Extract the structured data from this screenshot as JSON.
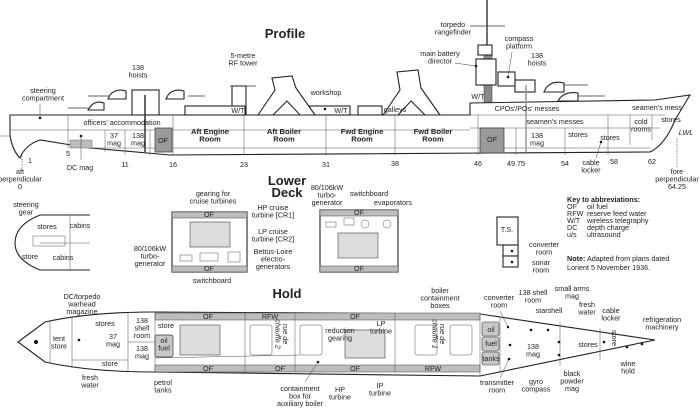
{
  "titles": {
    "profile": "Profile",
    "lower_deck": "Lower\nDeck",
    "hold": "Hold"
  },
  "profile": {
    "rf_tower": "5-metre\nRF tower",
    "hoists_aft": "138\nhoists",
    "steering_compartment": "steering\ncompartment",
    "workshop": "workshop",
    "wt_1": "W/T",
    "wt_2": "W/T",
    "wt_3": "W/T",
    "officers_accommodation": "officers' accommodation",
    "mag_37": "37\nmag",
    "mag_138_aft": "138\nmag",
    "of_aft": "OF",
    "aft_engine_room": "Aft Engine\nRoom",
    "aft_boiler_room": "Aft Boiler\nRoom",
    "fwd_engine_room": "Fwd Engine\nRoom",
    "fwd_boiler_room": "Fwd Boiler\nRoom",
    "dc_mag": "DC mag",
    "aft_perpendicular": "aft\nperpendicular\n0",
    "torpedo_rangefinder": "torpedo\nrangefinder",
    "compass_platform": "compass\nplatform",
    "main_battery_director": "main battery\ndirector",
    "hoists_fwd": "138\nhoists",
    "galleys": "galleys",
    "cpo_messes": "CPOs'/POs' messes",
    "seamens_mess": "seamen's mess",
    "seamens_messes": "seamen's messes",
    "cold_rooms": "cold\nrooms",
    "stores_1": "stores",
    "stores_2": "stores",
    "stores_3": "stores",
    "of_fwd": "OF",
    "mag_138_fwd": "138\nmag",
    "lwl": "LWL",
    "cable_locker": "cable\nlocker",
    "fore_perpendicular": "fore\nperpendicular\n64.25",
    "frames": [
      "1",
      "5",
      "11",
      "16",
      "23",
      "31",
      "38",
      "46",
      "49.75",
      "54",
      "58",
      "62"
    ]
  },
  "lower_deck": {
    "steering_gear": "steering\ngear",
    "stores": "stores",
    "cabins_1": "cabins",
    "store": "store",
    "cabins_2": "cabins",
    "gearing": "gearing for\ncruise turbines",
    "hp_cruise": "HP cruise\nturbine [CR1]",
    "lp_cruise": "LP cruise\nturbine [CR2]",
    "turbo_gen_1": "80/106kW\nturbo-\ngenerator",
    "bettus_loire": "Bettus-Loire\nelectro-\ngenerators",
    "switchboard_1": "switchboard",
    "turbo_gen_2": "80/106kW\nturbo-\ngenerator",
    "switchboard_2": "switchboard",
    "evaporators": "evaporators",
    "of_labels": [
      "OF",
      "OF",
      "OF",
      "OF"
    ],
    "ts": "T.S.",
    "converter_room": "converter\nroom",
    "sonar_room": "sonar\nroom"
  },
  "key": {
    "title": "Key to abbreviations:",
    "items": [
      {
        "abbr": "OF",
        "meaning": "oil fuel"
      },
      {
        "abbr": "RFW",
        "meaning": "reserve feed water"
      },
      {
        "abbr": "W/T",
        "meaning": "wireless telegraphy"
      },
      {
        "abbr": "DC",
        "meaning": "depth charge"
      },
      {
        "abbr": "u/s",
        "meaning": "ultrasound"
      }
    ],
    "note_label": "Note:",
    "note_text": "Adapted from plans dated",
    "note_text_2": "Lorient 5 November 1936."
  },
  "hold": {
    "dc_torpedo_mag": "DC/torpedo\nwarhead\nmagazine",
    "stores": "stores",
    "tent_store": "tent\nstore",
    "mag_37": "37\nmag",
    "shell_room_aft": "138\nshell\nroom",
    "mag_138_aft": "138\nmag",
    "store_1": "store",
    "store_2": "store",
    "oil_fuel": "oil\nfuel",
    "petrol_tanks": "petrol\ntanks",
    "fresh_water_aft": "fresh\nwater",
    "rue_2": "rue de\nchauffe 2",
    "rue_1": "rue de\nchauffe 1",
    "band_labels": [
      "OF",
      "RFW",
      "OF",
      "OF",
      "OF",
      "OF",
      "RFW"
    ],
    "containment_box": "containment\nbox for\nauxiliary boiler",
    "reduction_gearing": "reduction\ngearing",
    "lp_turbine": "LP\nturbine",
    "hp_turbine": "HP\nturbine",
    "ip_turbine": "IP\nturbine",
    "boiler_boxes": "boiler\ncontainment\nboxes",
    "converter_room": "converter\nroom",
    "shell_room_fwd": "138 shell\nroom",
    "small_arms_mag": "small arms\nmag",
    "starshell": "starshell",
    "fresh_water_fwd": "fresh\nwater",
    "cable_locker": "cable\nlocker",
    "refrigeration": "refrigeration\nmachinery",
    "oil": "oil",
    "fuel": "fuel",
    "tanks": "tanks",
    "mag_138_fwd": "138\nmag",
    "stores_fwd": "stores",
    "store_fwd": "store",
    "wine_hold": "wine\nhold",
    "black_powder": "black\npowder\nmag",
    "gyro_compass": "gyro\ncompass",
    "transmitter_room": "transmitter\nroom"
  }
}
